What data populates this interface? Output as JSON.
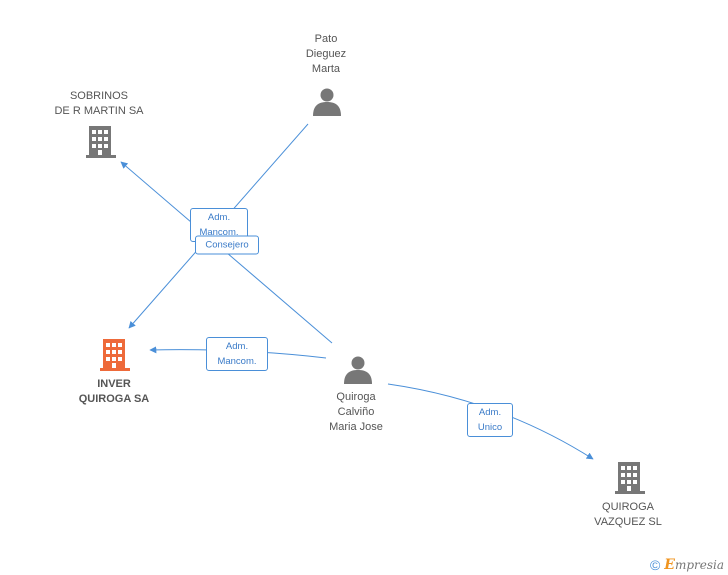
{
  "colors": {
    "edge": "#4a8fd8",
    "person_icon": "#777777",
    "company_icon": "#777777",
    "focus_company_icon": "#ee6a3a"
  },
  "nodes": {
    "pato": {
      "type": "person",
      "lines": [
        "Pato",
        "Dieguez",
        "Marta"
      ],
      "icon": "person-icon"
    },
    "sobrinos": {
      "type": "company",
      "lines": [
        "SOBRINOS",
        "DE R MARTIN SA"
      ],
      "icon": "building-icon"
    },
    "inver": {
      "type": "company",
      "focus": true,
      "lines": [
        "INVER",
        "QUIROGA SA"
      ],
      "icon": "building-icon"
    },
    "quiroga_person": {
      "type": "person",
      "lines": [
        "Quiroga",
        "Calviño",
        "Maria Jose"
      ],
      "icon": "person-icon"
    },
    "quiroga_vazquez": {
      "type": "company",
      "lines": [
        "QUIROGA",
        "VAZQUEZ SL"
      ],
      "icon": "building-icon"
    }
  },
  "edges": [
    {
      "from": "pato",
      "to": "inver",
      "label": [
        "Adm.",
        "Mancom."
      ]
    },
    {
      "from": "quiroga_person",
      "to": "sobrinos",
      "label": [
        "Consejero"
      ]
    },
    {
      "from": "quiroga_person",
      "to": "inver",
      "label": [
        "Adm.",
        "Mancom."
      ]
    },
    {
      "from": "quiroga_person",
      "to": "quiroga_vazquez",
      "label": [
        "Adm.",
        "Unico"
      ]
    }
  ],
  "footer": {
    "copyright": "©",
    "brand_initial": "E",
    "brand_rest": "mpresia"
  }
}
